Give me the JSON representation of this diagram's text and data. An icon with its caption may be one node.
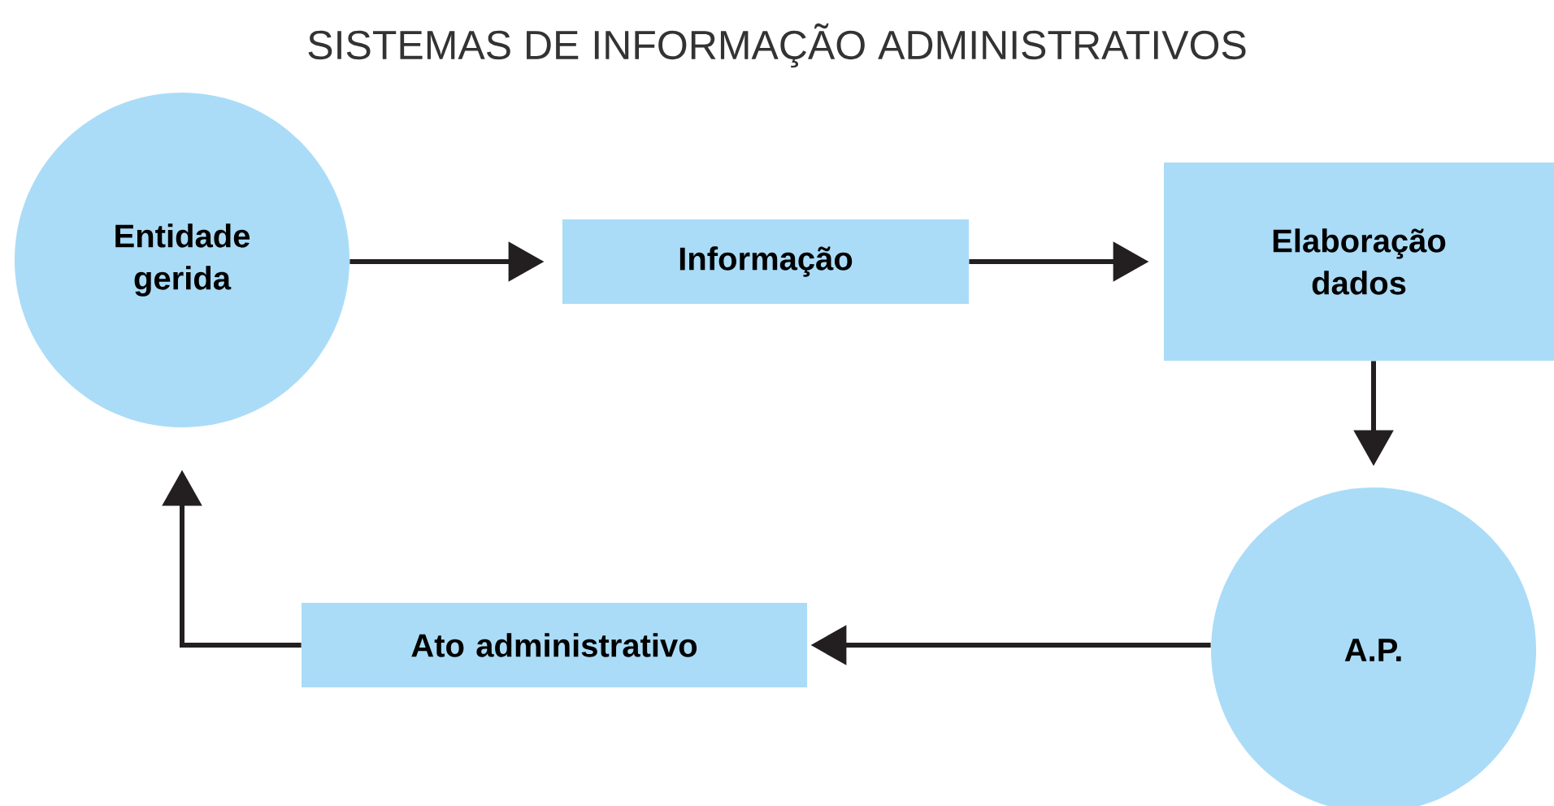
{
  "diagram": {
    "title": "SISTEMAS DE INFORMAÇÃO ADMINISTRATIVOS",
    "nodes": [
      {
        "text": [
          "Entidade gerida"
        ]
      },
      {
        "text": [
          "Informação"
        ]
      },
      {
        "text": [
          "Elaboração dados"
        ]
      },
      {
        "text": [
          "A.P."
        ]
      },
      {
        "text": [
          "Ato administrativo"
        ]
      }
    ],
    "edges": [
      {
        "from": 0,
        "to": 1,
        "arrow": "to"
      },
      {
        "from": 1,
        "to": 2,
        "arrow": "to"
      },
      {
        "from": 2,
        "to": 3,
        "arrow": "to"
      },
      {
        "from": 3,
        "to": 4,
        "arrow": "to"
      },
      {
        "from": 4,
        "to": 0,
        "arrow": "to"
      }
    ]
  }
}
